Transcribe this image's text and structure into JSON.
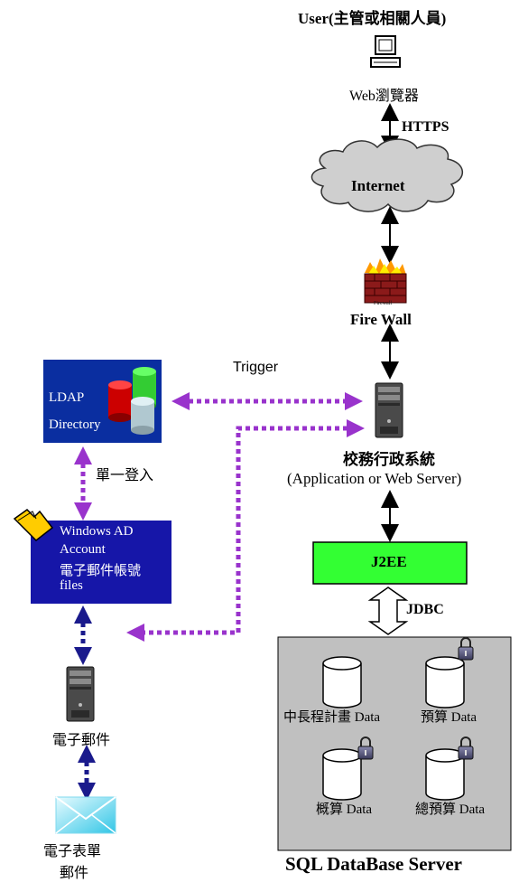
{
  "user": {
    "label": "User(主管或相關人員)",
    "browser": "Web瀏覽器"
  },
  "links": {
    "https": "HTTPS",
    "trigger": "Trigger",
    "sso": "單一登入",
    "jdbc": "JDBC"
  },
  "internet": {
    "label": "Internet"
  },
  "firewall": {
    "icon_text": "Firewall",
    "label": "Fire Wall"
  },
  "app_server": {
    "label": "校務行政系統",
    "sublabel": "(Application or Web Server)"
  },
  "j2ee": {
    "label": "J2EE"
  },
  "ldap": {
    "line1": "LDAP",
    "line2": "Directory"
  },
  "windows_ad": {
    "line1": "Windows AD",
    "line2": "Account",
    "line3": "電子郵件帳號",
    "line4": "files"
  },
  "mail_server": {
    "label": "電子郵件"
  },
  "e_form": {
    "line1": "電子表單",
    "line2": "郵件"
  },
  "database": {
    "server_label": "SQL DataBase Server",
    "items": [
      {
        "label": "中長程計畫 Data",
        "locked": false
      },
      {
        "label": "預算 Data",
        "locked": true
      },
      {
        "label": "概算 Data",
        "locked": true
      },
      {
        "label": "總預算 Data",
        "locked": true
      }
    ]
  },
  "colors": {
    "ldap_box": "#0a2ea0",
    "ad_box": "#1616a8",
    "j2ee_box": "#33ff33",
    "db_panel": "#c0c0c0",
    "dotted_purple": "#9933cc",
    "dotted_navy": "#1a1a8c",
    "cloud": "#cfcfcf"
  }
}
